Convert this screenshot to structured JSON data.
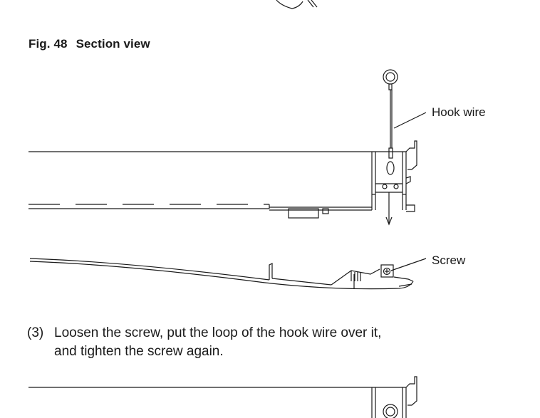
{
  "figure": {
    "number": "Fig. 48",
    "title": "Section view"
  },
  "callouts": {
    "hook_wire": "Hook wire",
    "screw": "Screw"
  },
  "step": {
    "number": "(3)",
    "line1": "Loosen the screw, put the loop of the hook wire over it,",
    "line2": "and tighten the screw again."
  }
}
